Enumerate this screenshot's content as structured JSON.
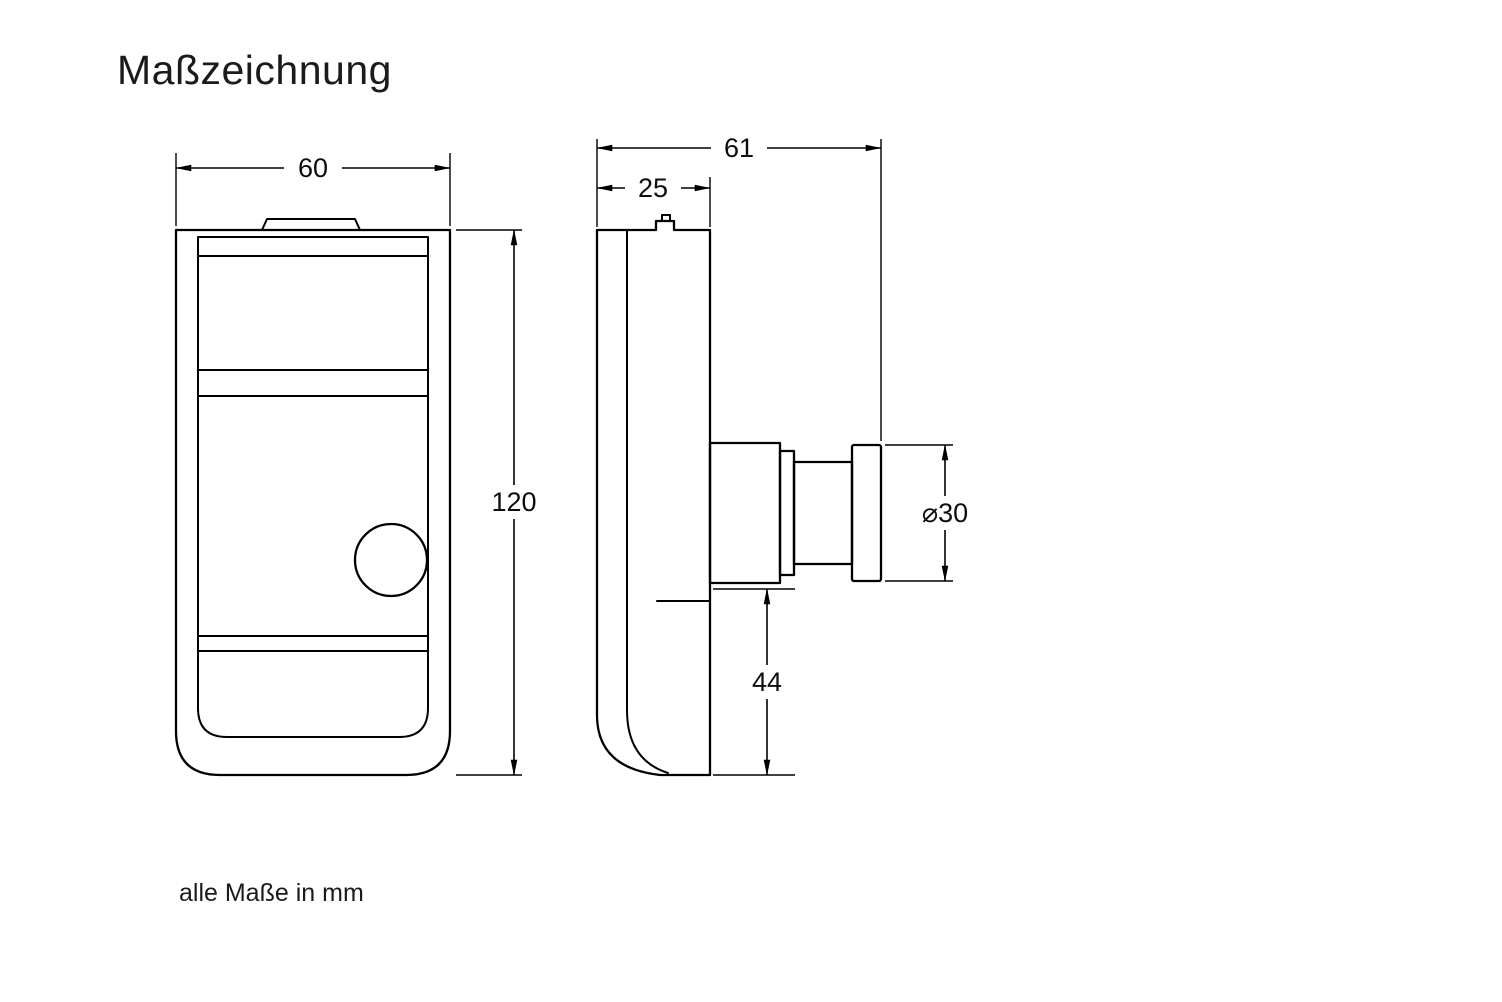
{
  "title": "Maßzeichnung",
  "note": "alle Maße in mm",
  "units": "mm",
  "dimensions": {
    "front_width": "60",
    "front_height": "120",
    "total_depth": "61",
    "body_depth": "25",
    "knob_diameter": "⌀30",
    "knob_offset": "44"
  },
  "colors": {
    "line": "#000000",
    "background": "#ffffff",
    "text": "#1b1b1b"
  }
}
